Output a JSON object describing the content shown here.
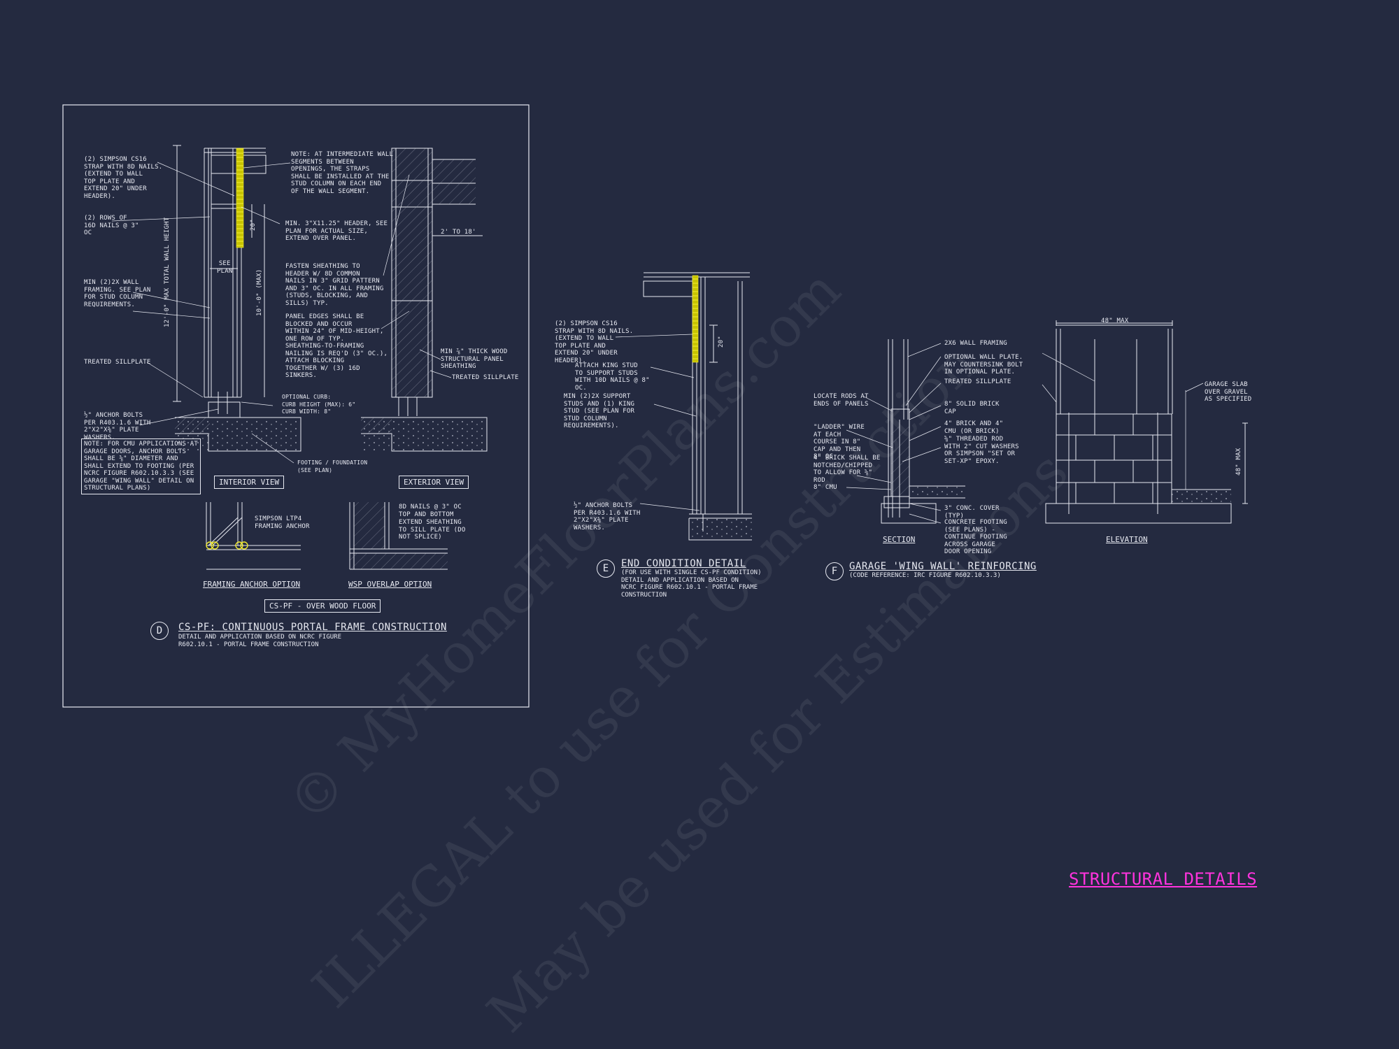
{
  "detail_d": {
    "number": "D",
    "title": "CS-PF: CONTINUOUS PORTAL FRAME CONSTRUCTION",
    "subtitle": "DETAIL AND APPLICATION BASED ON NCRC FIGURE\nR602.10.1 - PORTAL FRAME CONSTRUCTION",
    "notes": {
      "strap": "(2) SIMPSON CS16\nSTRAP WITH 8d NAILS.\n(EXTEND TO WALL\nTOP PLATE AND\nEXTEND 20\" UNDER\nHEADER).",
      "rows": "(2) ROWS OF\n16d NAILS @ 3\"\nOC",
      "framing": "MIN (2)2X WALL\nFRAMING. SEE PLAN\nFOR STUD COLUMN\nREQUIREMENTS.",
      "sill": "TREATED SILLPLATE",
      "anchor": "½\" ANCHOR BOLTS\nPER R403.1.6 WITH\n2\"x2\"x⅜\" PLATE\nWASHERS.",
      "cmu": "NOTE: FOR CMU APPLICATIONS AT\nGARAGE DOORS, ANCHOR BOLTS\nSHALL BE ⅝\" DIAMETER AND\nSHALL EXTEND TO FOOTING (PER\nNCRC FIGURE R602.10.3.3 (SEE\nGARAGE \"WING WALL\" DETAIL ON\nSTRUCTURAL PLANS)",
      "intermediate": "NOTE: AT INTERMEDIATE WALL\nSEGMENTS BETWEEN\nOPENINGS, THE STRAPS\nSHALL BE INSTALLED AT THE\nSTUD COLUMN ON EACH END\nOF THE WALL SEGMENT.",
      "header": "MIN. 3\"x11.25\" HEADER, SEE\nPLAN FOR ACTUAL SIZE,\nEXTEND OVER PANEL.",
      "fasten": "FASTEN SHEATHING TO\nHEADER W/ 8d COMMON\nNAILS IN 3\" GRID PATTERN\nAND 3\" OC. IN ALL FRAMING\n(STUDS, BLOCKING, AND\nSILLS) TYP.",
      "panel": "PANEL EDGES SHALL BE\nBLOCKED AND OCCUR\nWITHIN 24\" OF MID-HEIGHT,\nONE ROW OF TYP.\nSHEATHING-TO-FRAMING\nNAILING IS REQ'D (3\" OC.),\nATTACH BLOCKING\nTOGETHER W/ (3) 16d\nSINKERS.",
      "curb": "OPTIONAL CURB:\nCURB HEIGHT (MAX): 6\"\nCURB WIDTH: 8\"",
      "footing": "FOOTING / FOUNDATION\n(SEE PLAN)",
      "wood": "MIN ⅞\" THICK WOOD\nSTRUCTURAL PANEL\nSHEATHING",
      "sill2": "TREATED SILLPLATE",
      "ltp4": "SIMPSON LTP4\nFRAMING ANCHOR",
      "nails8d": "8d NAILS @ 3\" OC\nTOP AND BOTTOM",
      "extend": "EXTEND SHEATHING\nTO SILL PLATE (DO\nNOT SPLICE)"
    },
    "dims": {
      "total": "12'-0\" MAX TOTAL WALL HEIGHT",
      "max10": "10'-0\" (MAX)",
      "d20": "20\"",
      "see_plan": "SEE\nPLAN",
      "two_to_18": "2' TO 18'"
    },
    "interior_view": "INTERIOR VIEW",
    "exterior_view": "EXTERIOR VIEW",
    "framing_option": "FRAMING ANCHOR OPTION",
    "wsp_option": "WSP OVERLAP OPTION",
    "over_wood": "CS-PF - OVER WOOD FLOOR"
  },
  "detail_e": {
    "number": "E",
    "title": "END CONDITION DETAIL",
    "subtitle": "(FOR USE WITH SINGLE CS-PF CONDITION)\nDETAIL AND APPLICATION BASED ON\nNCRC FIGURE R602.10.1 - PORTAL FRAME\nCONSTRUCTION",
    "notes": {
      "strap": "(2) SIMPSON CS16\nSTRAP WITH 8d NAILS.\n(EXTEND TO WALL\nTOP PLATE AND\nEXTEND 20\" UNDER\nHEADER).",
      "king": "ATTACH KING STUD\nTO SUPPORT STUDS\nWITH 10d NAILS @ 8\"\nOC.",
      "support": "MIN (2)2X SUPPORT\nSTUDS AND (1) KING\nSTUD (SEE PLAN FOR\nSTUD COLUMN\nREQUIREMENTS).",
      "anchor": "½\" ANCHOR BOLTS\nPER R403.1.6 WITH\n2\"x2\"x⅜\" PLATE\nWASHERS."
    },
    "dim20": "20\""
  },
  "detail_f": {
    "number": "F",
    "title": "GARAGE 'WING WALL' REINFORCING",
    "subtitle": "(CODE REFERENCE: IRC FIGURE R602.10.3.3)",
    "section_label": "SECTION",
    "elevation_label": "ELEVATION",
    "notes": {
      "rods": "LOCATE RODS AT\nENDS OF PANELS",
      "ladder": "\"LADDER\" WIRE\nAT EACH\nCOURSE IN 8\"\nCAP AND THEN\n8\" OC",
      "brick4": "4\" BRICK SHALL BE\nNOTCHED/CHIPPED\nTO ALLOW FOR ⅝\"\nROD",
      "cmu8": "8\" CMU",
      "framing": "2x6 WALL FRAMING",
      "wallplate": "OPTIONAL WALL PLATE.\nMAY COUNTERSINK BOLT\nIN OPTIONAL PLATE.",
      "sill": "TREATED SILLPLATE",
      "brickcap": "8\" SOLID BRICK\nCAP",
      "brickcmu": "4\" BRICK AND 4\"\nCMU (OR BRICK)",
      "rod": "⅝\" THREADED ROD\nWITH 2\" CUT WASHERS\nOR SIMPSON \"SET OR\nSET-XP\" EPOXY.",
      "cover": "3\" CONC. COVER\n(TYP)",
      "footing": "CONCRETE FOOTING\n(SEE PLANS) -\nCONTINUE FOOTING\nACROSS GARAGE\nDOOR OPENING",
      "slab": "GARAGE SLAB\nOVER GRAVEL\nAS SPECIFIED"
    },
    "dim48max": "48\" MAX",
    "dim48": "48\" MAX"
  },
  "sheet_title": "STRUCTURAL DETAILS",
  "watermark": {
    "line1": "© MyHomeFloorPlans.com",
    "line2": "ILLEGAL to use for Construction",
    "line3": "May be used for Estimations"
  },
  "colors": {
    "background": "#242a40",
    "linework": "#e8eaf2",
    "strap": "#e8e000",
    "title": "#ff33dd"
  }
}
